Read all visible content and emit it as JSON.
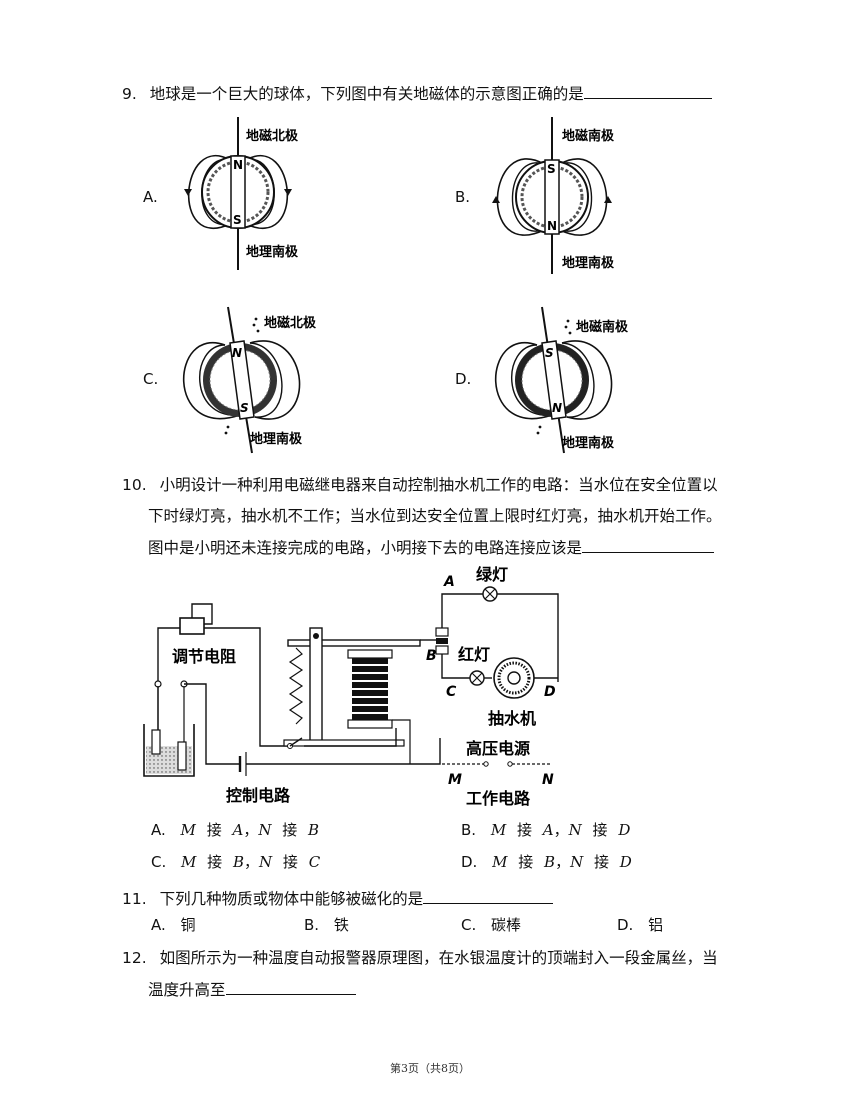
{
  "q9": {
    "number": "9.",
    "text": "地球是一个巨大的球体，下列图中有关地磁体的示意图正确的是",
    "options": [
      {
        "label": "A.",
        "top_text": "地磁北极",
        "bottom_text": "地理南极",
        "upper_pole": "N",
        "lower_pole": "S"
      },
      {
        "label": "B.",
        "top_text": "地磁南极",
        "bottom_text": "地理南极",
        "upper_pole": "S",
        "lower_pole": "N"
      },
      {
        "label": "C.",
        "top_text": "地磁北极",
        "bottom_text": "地理南极",
        "upper_pole": "N",
        "lower_pole": "S"
      },
      {
        "label": "D.",
        "top_text": "地磁南极",
        "bottom_text": "地理南极",
        "upper_pole": "S",
        "lower_pole": "N"
      }
    ]
  },
  "q10": {
    "number": "10.",
    "line1": "小明设计一种利用电磁继电器来自动控制抽水机工作的电路：当水位在安全位置以",
    "line2": "下时绿灯亮，抽水机不工作；当水位到达安全位置上限时红灯亮，抽水机开始工作。",
    "line3": "图中是小明还未连接完成的电路，小明接下去的电路连接应该是",
    "diagram": {
      "adjust_resistor": "调节电阻",
      "control_circuit": "控制电路",
      "green_lamp": "绿灯",
      "red_lamp": "红灯",
      "pump": "抽水机",
      "hv_source": "高压电源",
      "work_circuit": "工作电路",
      "point_a": "A",
      "point_b": "B",
      "point_c": "C",
      "point_d": "D",
      "point_m": "M",
      "point_n": "N"
    },
    "options": [
      {
        "label": "A.",
        "m_target": "A",
        "n_target": "B"
      },
      {
        "label": "B.",
        "m_target": "A",
        "n_target": "D"
      },
      {
        "label": "C.",
        "m_target": "B",
        "n_target": "C"
      },
      {
        "label": "D.",
        "m_target": "B",
        "n_target": "D"
      }
    ],
    "m_letter": "M",
    "n_letter": "N",
    "connect_word": "接"
  },
  "q11": {
    "number": "11.",
    "text": "下列几种物质或物体中能够被磁化的是",
    "options": [
      {
        "label": "A.",
        "text": "铜"
      },
      {
        "label": "B.",
        "text": "铁"
      },
      {
        "label": "C.",
        "text": "碳棒"
      },
      {
        "label": "D.",
        "text": "铝"
      }
    ]
  },
  "q12": {
    "number": "12.",
    "line1": "如图所示为一种温度自动报警器原理图，在水银温度计的顶端封入一段金属丝，当",
    "line2": "温度升高至"
  },
  "footer": "第3页（共8页）"
}
